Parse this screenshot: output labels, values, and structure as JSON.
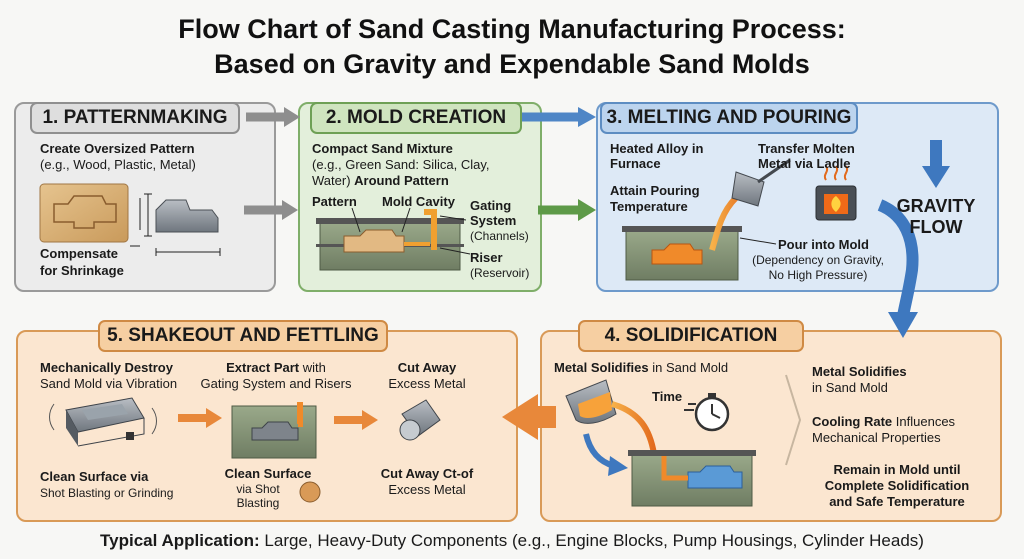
{
  "title": {
    "line1": "Flow Chart of Sand Casting Manufacturing Process:",
    "line2": "Based on Gravity and Expendable Sand Molds"
  },
  "colors": {
    "gray": "#9a9a9a",
    "green": "#7fae69",
    "blue": "#4f86c6",
    "orange": "#e8883a"
  },
  "step1": {
    "header": "1. PATTERNMAKING",
    "line1": "Create Oversized Pattern",
    "line2": "(e.g., Wood, Plastic, Metal)",
    "compensate1": "Compensate",
    "compensate2": "for Shrinkage"
  },
  "step2": {
    "header": "2. MOLD CREATION",
    "line1": "Compact Sand Mixture",
    "line2": "(e.g., Green Sand: Silica, Clay,",
    "line3a": "Water)",
    "line3b": "Around Pattern",
    "pattern": "Pattern",
    "cavity": "Mold Cavity",
    "gating1": "Gating",
    "gating2": "System",
    "gating3": "(Channels)",
    "riser1": "Riser",
    "riser2": "(Reservoir)"
  },
  "step3": {
    "header": "3. MELTING AND POURING",
    "heated1": "Heated Alloy in",
    "heated2": "Furnace",
    "transfer1": "Transfer Molten",
    "transfer2": "Metal via Ladle",
    "attain1": "Attain Pouring",
    "attain2": "Temperature",
    "pour": "Pour into Mold",
    "dep1": "(Dependency on Gravity,",
    "dep2": "No High Pressure)",
    "gravity1": "GRAVITY",
    "gravity2": "FLOW"
  },
  "step4": {
    "header": "4. SOLIDIFICATION",
    "solid_a": "Metal Solidifies",
    "solid_b": "in Sand Mold",
    "time": "Time",
    "r1a": "Metal Solidifies",
    "r1b": "in Sand Mold",
    "r2a": "Cooling Rate",
    "r2b": "Influences",
    "r2c": "Mechanical Properties",
    "r3a": "Remain in Mold until",
    "r3b": "Complete Solidification",
    "r3c": "and Safe Temperature"
  },
  "step5": {
    "header": "5. SHAKEOUT AND FETTLING",
    "mech1": "Mechanically Destroy",
    "mech2": "Sand Mold via Vibration",
    "extract_a": "Extract Part",
    "extract_b": "with",
    "extract2": "Gating System and Risers",
    "cut1": "Cut Away",
    "cut2": "Excess Metal",
    "clean1": "Clean Surface via",
    "clean2": "Shot Blasting or Grinding",
    "clean_b1": "Clean Surface",
    "clean_b2": "via Shot",
    "clean_b3": "Blasting",
    "cutb1": "Cut Away Ct-of",
    "cutb2": "Excess Metal"
  },
  "footer": {
    "label": "Typical Application:",
    "text": "Large, Heavy-Duty Components (e.g., Engine Blocks, Pump Housings, Cylinder Heads)"
  }
}
